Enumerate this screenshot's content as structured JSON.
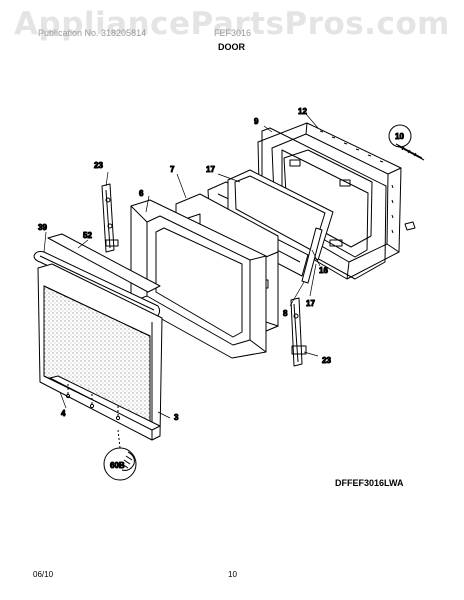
{
  "watermark": "AppliancePartsPros.com",
  "header": {
    "left_text": "Publication No. 318205814",
    "right_text": "FEF3016",
    "section_title": "DOOR"
  },
  "callouts": {
    "c3": "3",
    "c4": "4",
    "c6": "6",
    "c7": "7",
    "c8": "8",
    "c9": "9",
    "c10": "10",
    "c12": "12",
    "c16": "16",
    "c17a": "17",
    "c17b": "17",
    "c23a": "23",
    "c23b": "23",
    "c39": "39",
    "c52": "52",
    "c60b": "60B"
  },
  "model_code": "DFFEF3016LWA",
  "footer": {
    "date": "06/10",
    "page_number": "10"
  }
}
